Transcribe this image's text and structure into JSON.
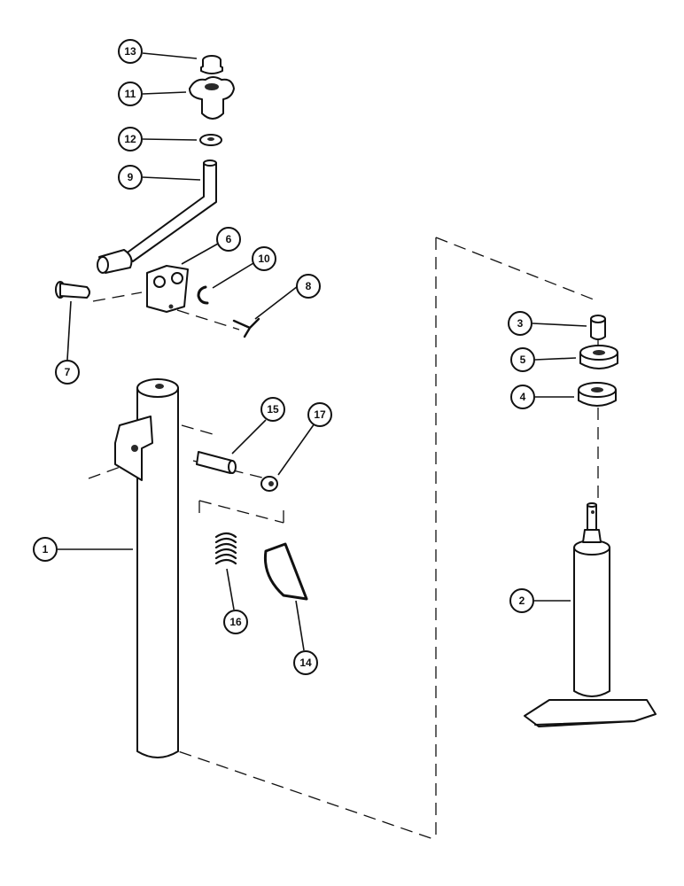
{
  "callouts": [
    {
      "id": "13",
      "label": "13"
    },
    {
      "id": "11",
      "label": "11"
    },
    {
      "id": "12",
      "label": "12"
    },
    {
      "id": "9",
      "label": "9"
    },
    {
      "id": "6",
      "label": "6"
    },
    {
      "id": "10",
      "label": "10"
    },
    {
      "id": "8",
      "label": "8"
    },
    {
      "id": "7",
      "label": "7"
    },
    {
      "id": "15",
      "label": "15"
    },
    {
      "id": "17",
      "label": "17"
    },
    {
      "id": "1",
      "label": "1"
    },
    {
      "id": "16",
      "label": "16"
    },
    {
      "id": "14",
      "label": "14"
    },
    {
      "id": "3",
      "label": "3"
    },
    {
      "id": "5",
      "label": "5"
    },
    {
      "id": "4",
      "label": "4"
    },
    {
      "id": "2",
      "label": "2"
    }
  ],
  "colors": {
    "line": "#111111",
    "background": "#ffffff"
  }
}
